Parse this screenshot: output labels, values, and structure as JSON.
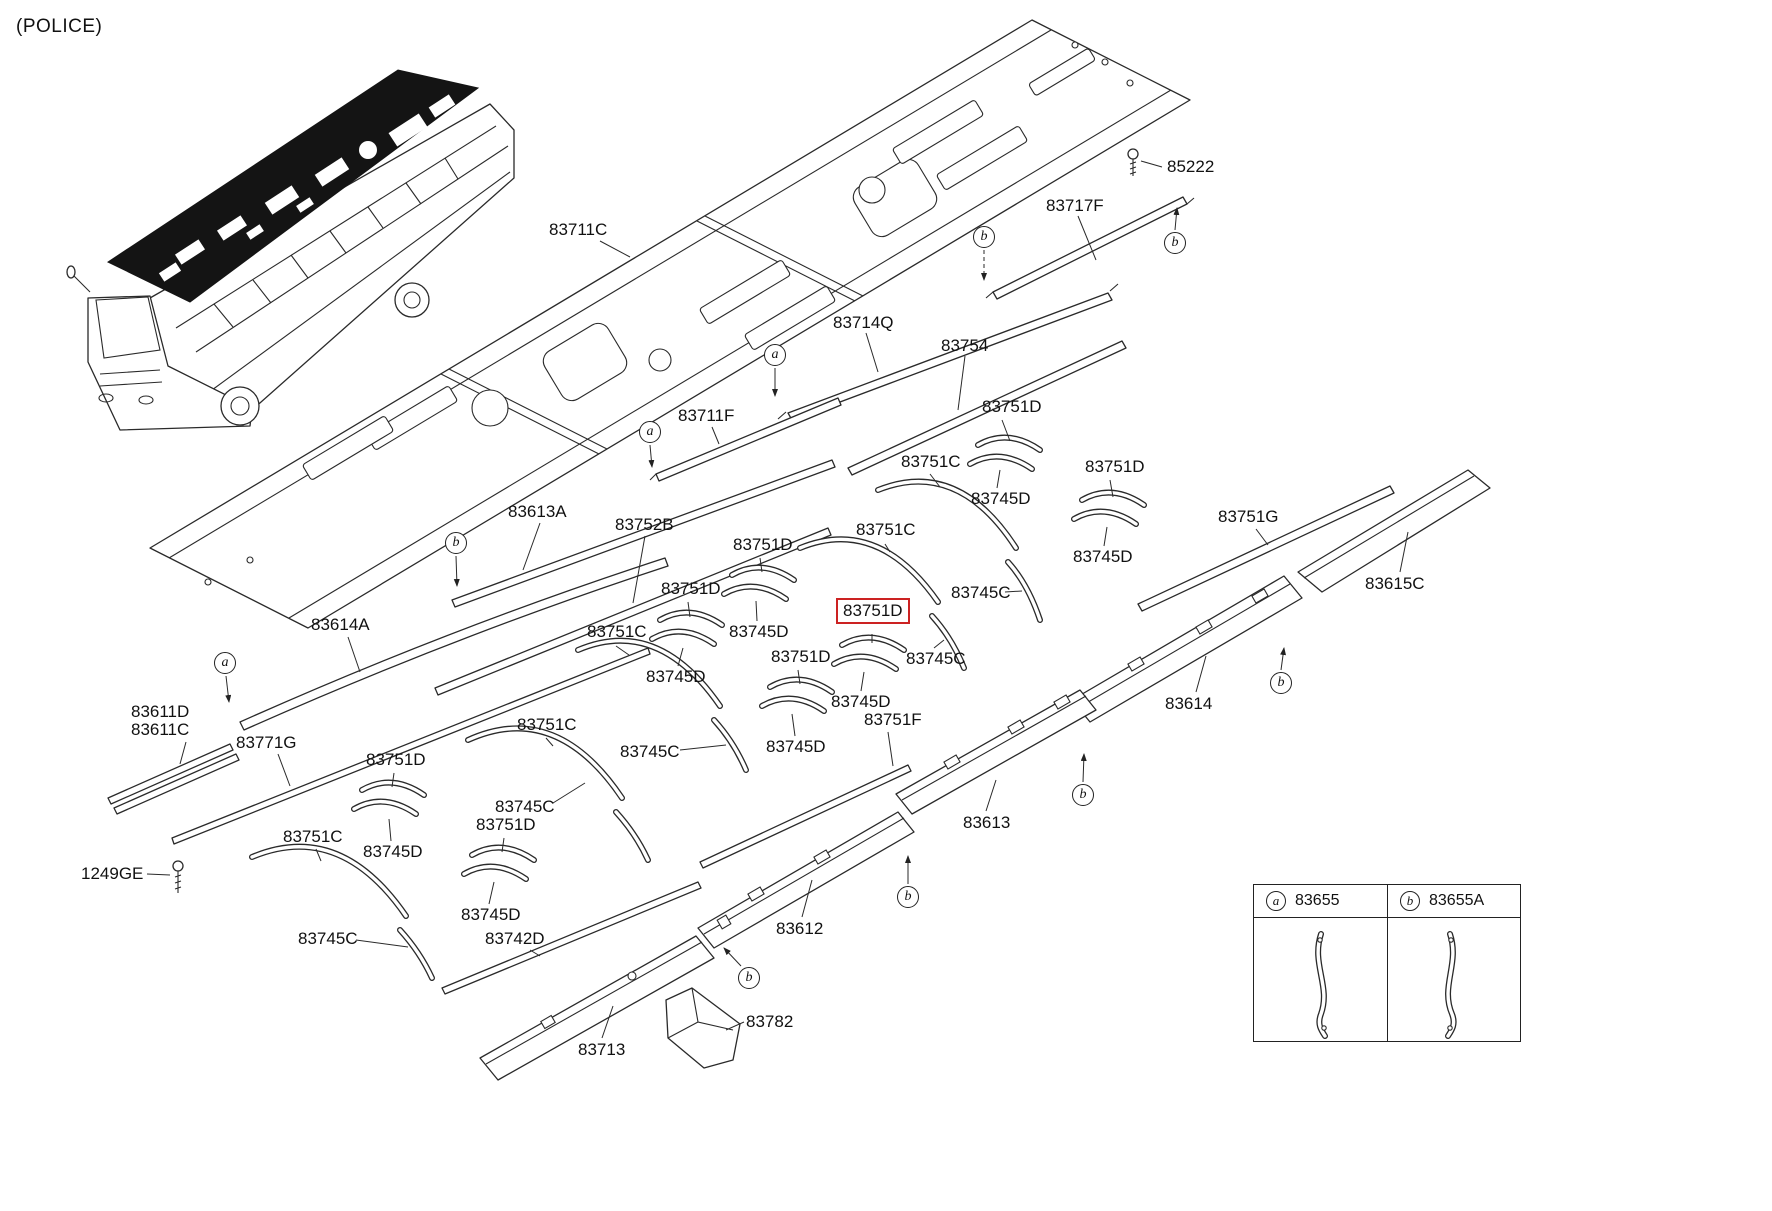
{
  "note": "(POLICE)",
  "highlight_color": "#cc2222",
  "labels": [
    {
      "text": "85222"
    },
    {
      "text": "83717F"
    },
    {
      "text": "83711C"
    },
    {
      "text": "83714Q"
    },
    {
      "text": "83754"
    },
    {
      "text": "83751D"
    },
    {
      "text": "83711F"
    },
    {
      "text": "83751C"
    },
    {
      "text": "83745D"
    },
    {
      "text": "83751D"
    },
    {
      "text": "83613A"
    },
    {
      "text": "83752B"
    },
    {
      "text": "83751D"
    },
    {
      "text": "83751C"
    },
    {
      "text": "83745D"
    },
    {
      "text": "83751G"
    },
    {
      "text": "83615C"
    },
    {
      "text": "83751D"
    },
    {
      "text": "83745D"
    },
    {
      "text": "83745C"
    },
    {
      "text": "83614A"
    },
    {
      "text": "83751C"
    },
    {
      "text": "83751D"
    },
    {
      "text": "83745C"
    },
    {
      "text": "83751D"
    },
    {
      "text": "83745D"
    },
    {
      "text": "83745D"
    },
    {
      "text": "83614"
    },
    {
      "text": "83611D"
    },
    {
      "text": "83611C"
    },
    {
      "text": "83771G"
    },
    {
      "text": "83751C"
    },
    {
      "text": "83751F"
    },
    {
      "text": "83745C"
    },
    {
      "text": "83745D"
    },
    {
      "text": "83751D"
    },
    {
      "text": "83745C"
    },
    {
      "text": "83751D"
    },
    {
      "text": "83745D"
    },
    {
      "text": "83613"
    },
    {
      "text": "83751C"
    },
    {
      "text": "83745D"
    },
    {
      "text": "83745C"
    },
    {
      "text": "83742D"
    },
    {
      "text": "83612"
    },
    {
      "text": "1249GE"
    },
    {
      "text": "83713"
    },
    {
      "text": "83782"
    }
  ],
  "callouts": [
    {
      "letter": "b"
    },
    {
      "letter": "b"
    },
    {
      "letter": "a"
    },
    {
      "letter": "a"
    },
    {
      "letter": "b"
    },
    {
      "letter": "a"
    },
    {
      "letter": "b"
    },
    {
      "letter": "b"
    },
    {
      "letter": "b"
    },
    {
      "letter": "b"
    }
  ],
  "legend": {
    "items": [
      {
        "letter": "a",
        "part": "83655"
      },
      {
        "letter": "b",
        "part": "83655A"
      }
    ]
  }
}
